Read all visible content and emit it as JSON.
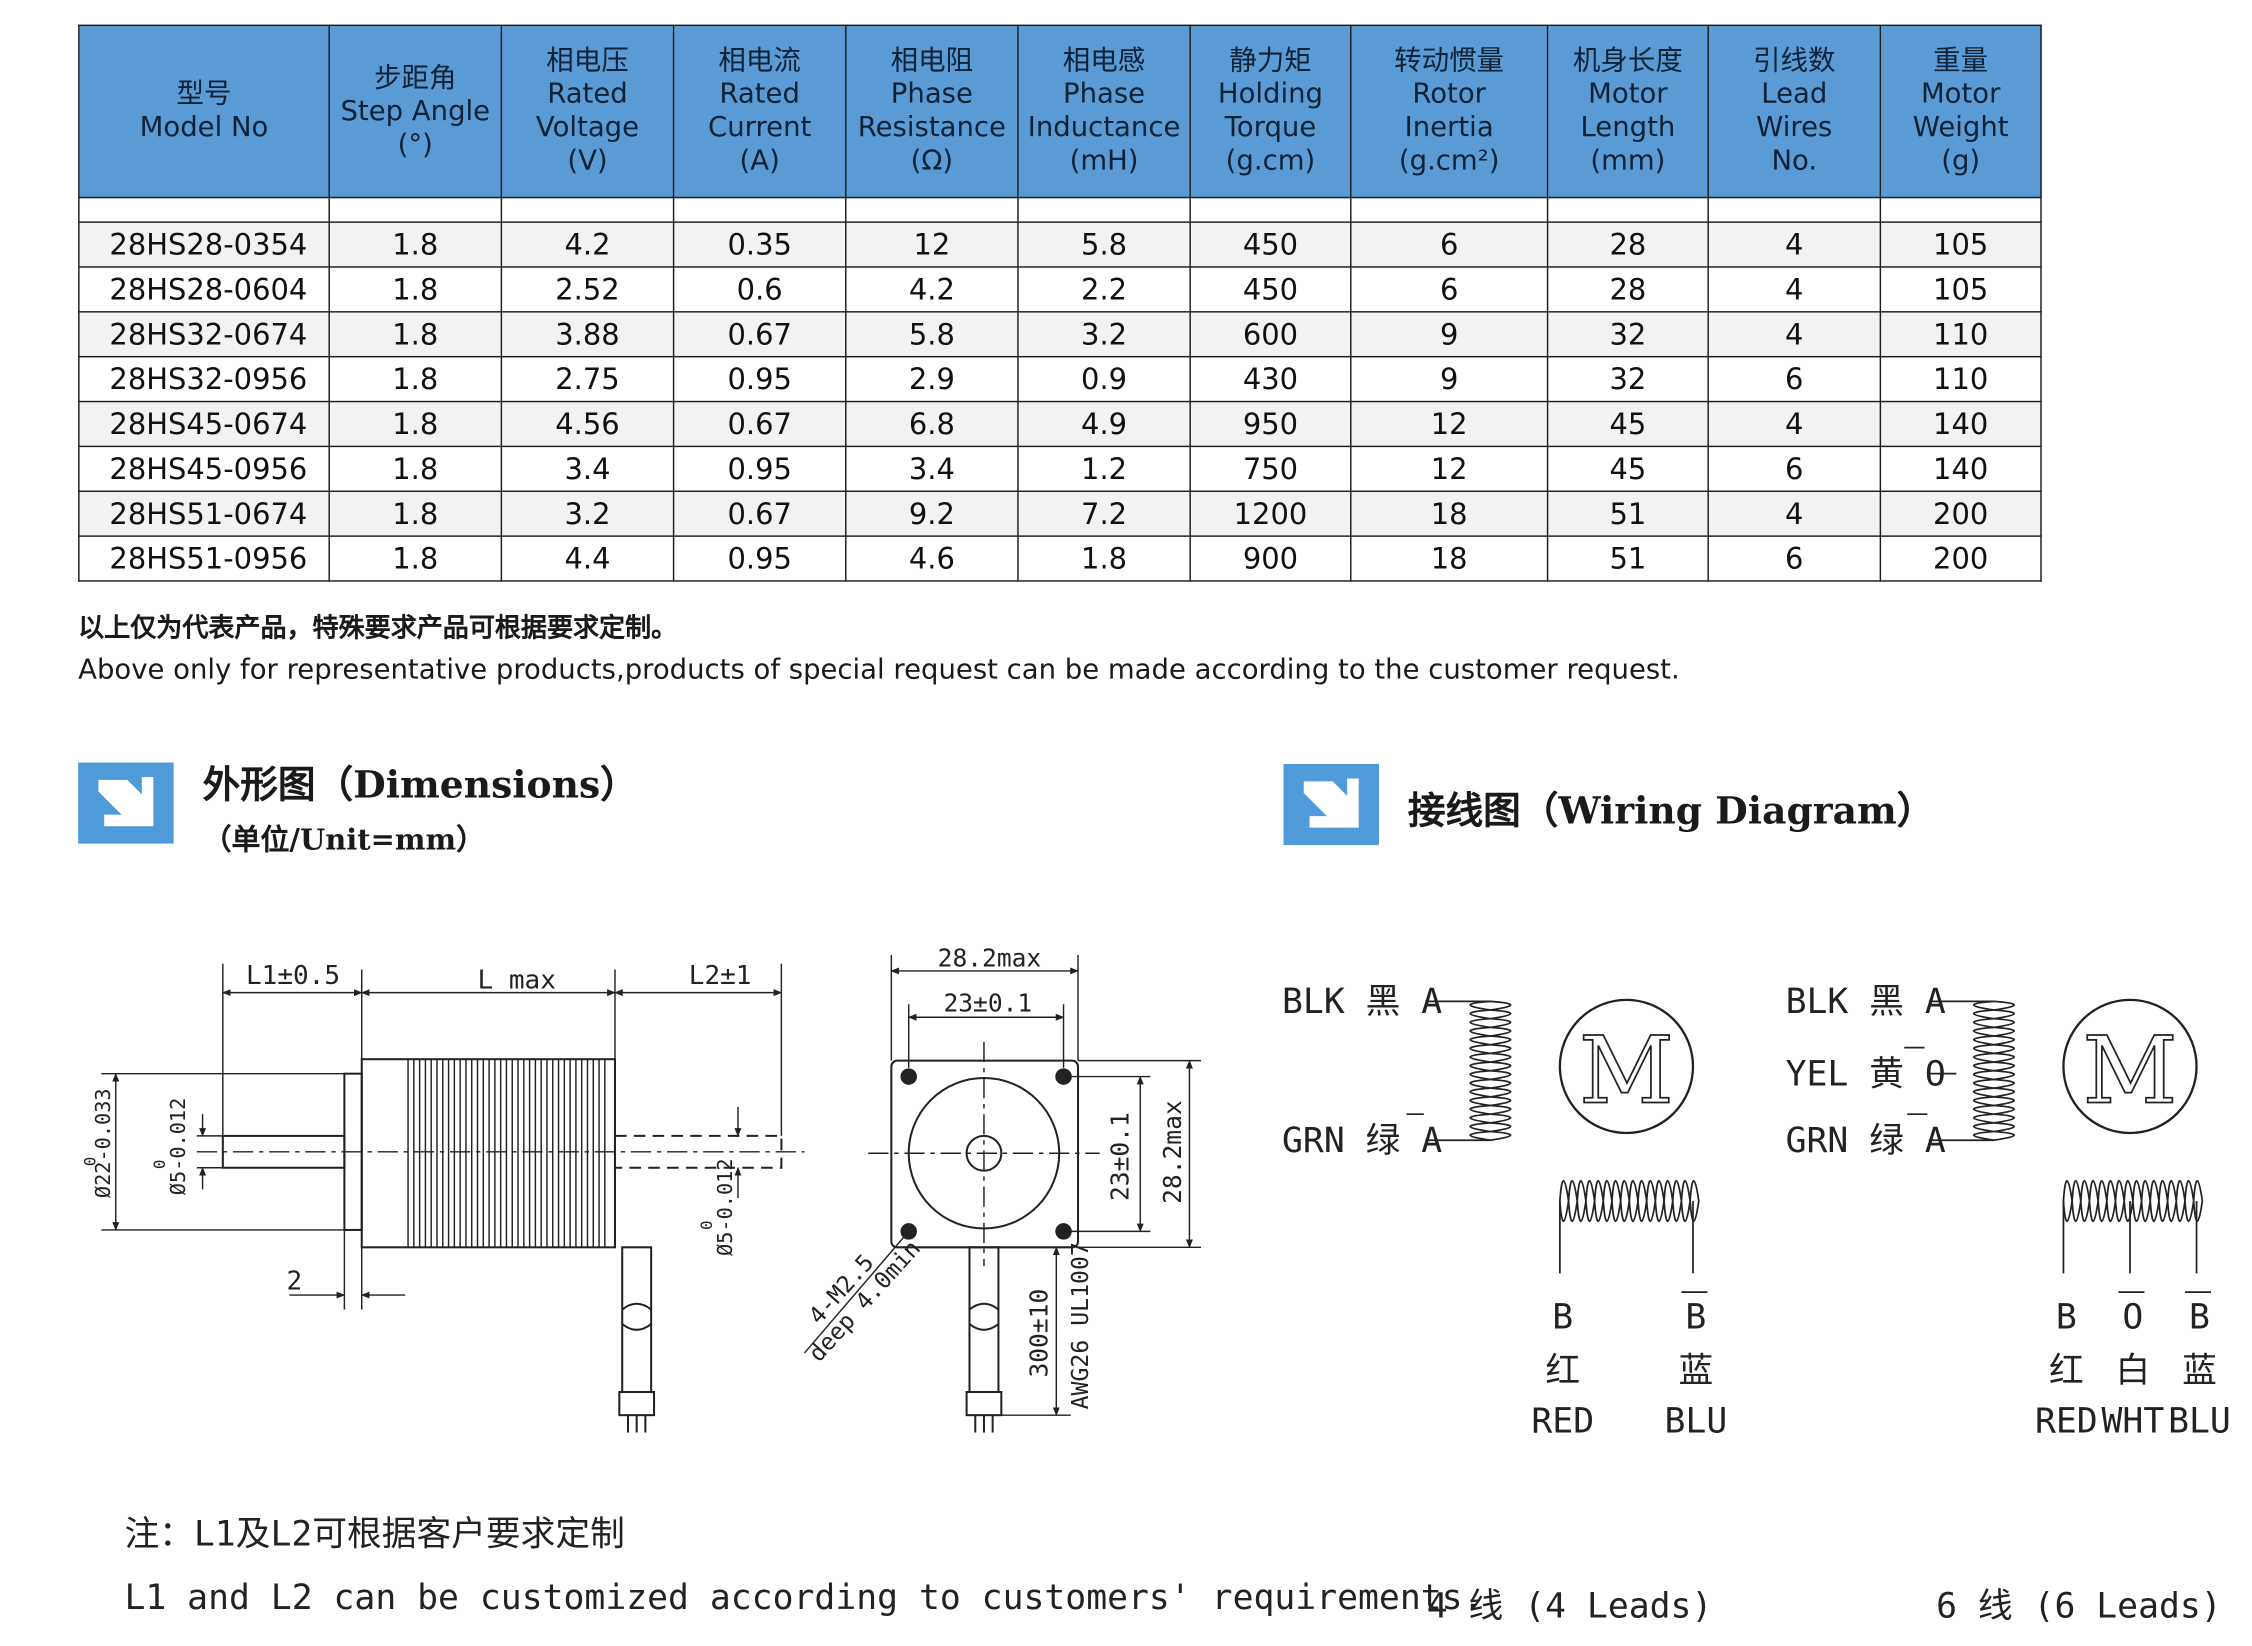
{
  "table": {
    "headers": [
      {
        "cn": "型号",
        "en": [
          "Model No"
        ]
      },
      {
        "cn": "步距角",
        "en": [
          "Step Angle",
          "(°)"
        ]
      },
      {
        "cn": "相电压",
        "en": [
          "Rated",
          "Voltage",
          "(V)"
        ]
      },
      {
        "cn": "相电流",
        "en": [
          "Rated",
          "Current",
          "(A)"
        ]
      },
      {
        "cn": "相电阻",
        "en": [
          "Phase",
          "Resistance",
          "(Ω)"
        ]
      },
      {
        "cn": "相电感",
        "en": [
          "Phase",
          "Inductance",
          "(mH)"
        ]
      },
      {
        "cn": "静力矩",
        "en": [
          "Holding",
          "Torque",
          "(g.cm)"
        ]
      },
      {
        "cn": "转动惯量",
        "en": [
          "Rotor",
          "Inertia",
          "(g.cm²)"
        ]
      },
      {
        "cn": "机身长度",
        "en": [
          "Motor",
          "Length",
          "(mm)"
        ]
      },
      {
        "cn": "引线数",
        "en": [
          "Lead",
          "Wires",
          "No."
        ]
      },
      {
        "cn": "重量",
        "en": [
          "Motor",
          "Weight",
          "(g)"
        ]
      }
    ],
    "rows": [
      [
        "28HS28-0354",
        "1.8",
        "4.2",
        "0.35",
        "12",
        "5.8",
        "450",
        "6",
        "28",
        "4",
        "105"
      ],
      [
        "28HS28-0604",
        "1.8",
        "2.52",
        "0.6",
        "4.2",
        "2.2",
        "450",
        "6",
        "28",
        "4",
        "105"
      ],
      [
        "28HS32-0674",
        "1.8",
        "3.88",
        "0.67",
        "5.8",
        "3.2",
        "600",
        "9",
        "32",
        "4",
        "110"
      ],
      [
        "28HS32-0956",
        "1.8",
        "2.75",
        "0.95",
        "2.9",
        "0.9",
        "430",
        "9",
        "32",
        "6",
        "110"
      ],
      [
        "28HS45-0674",
        "1.8",
        "4.56",
        "0.67",
        "6.8",
        "4.9",
        "950",
        "12",
        "45",
        "4",
        "140"
      ],
      [
        "28HS45-0956",
        "1.8",
        "3.4",
        "0.95",
        "3.4",
        "1.2",
        "750",
        "12",
        "45",
        "6",
        "140"
      ],
      [
        "28HS51-0674",
        "1.8",
        "3.2",
        "0.67",
        "9.2",
        "7.2",
        "1200",
        "18",
        "51",
        "4",
        "200"
      ],
      [
        "28HS51-0956",
        "1.8",
        "4.4",
        "0.95",
        "4.6",
        "1.8",
        "900",
        "18",
        "51",
        "6",
        "200"
      ]
    ],
    "header_color": "#5b9bd5"
  },
  "notes": {
    "cn": "以上仅为代表产品，特殊要求产品可根据要求定制。",
    "en": "Above only for representative products,products of special request can be made according to the customer request."
  },
  "dimensions": {
    "title": "外形图（Dimensions）",
    "unit": "（单位/Unit=mm）",
    "icon": "arrow-down-right-icon",
    "labels": {
      "l1": "L1±0.5",
      "lmax": "L max",
      "l2": "L2±1",
      "dia22": "Ø22-0.033",
      "dia22_sup": "0",
      "dia5_left": "Ø5-0.012",
      "dia5_left_sup": "0",
      "dia5_right": "Ø5-0.012",
      "dia5_right_sup": "0",
      "two": "2",
      "w282_top": "28.2max",
      "w23_top": "23±0.1",
      "h23": "23±0.1",
      "h282": "28.2max",
      "holes": "4-M2.5",
      "deep": "deep 4.0min",
      "lead_len": "300±10",
      "awg": "AWG26 UL1007"
    }
  },
  "wiring": {
    "title": "接线图（Wiring Diagram）",
    "icon": "arrow-down-right-icon",
    "motor_symbol": "M",
    "four": {
      "lead1": "BLK 黑 A",
      "lead2": "GRN 绿 A",
      "bottom": [
        {
          "sig": "B",
          "cn": "红",
          "en": "RED"
        },
        {
          "sig": "B",
          "cn": "蓝",
          "en": "BLU"
        }
      ],
      "caption": "4 线 (4 Leads)"
    },
    "six": {
      "lead1": "BLK 黑 A",
      "lead2": "YEL 黄 O",
      "lead3": "GRN 绿 A",
      "bottom": [
        {
          "sig": "B",
          "cn": "红",
          "en": "RED"
        },
        {
          "sig": "O",
          "cn": "白",
          "en": "WHT"
        },
        {
          "sig": "B",
          "cn": "蓝",
          "en": "BLU"
        }
      ],
      "caption": "6 线 (6 Leads)"
    }
  },
  "footer": {
    "cn": "注：L1及L2可根据客户要求定制",
    "en": "L1 and L2 can be customized according to customers' requirements."
  }
}
